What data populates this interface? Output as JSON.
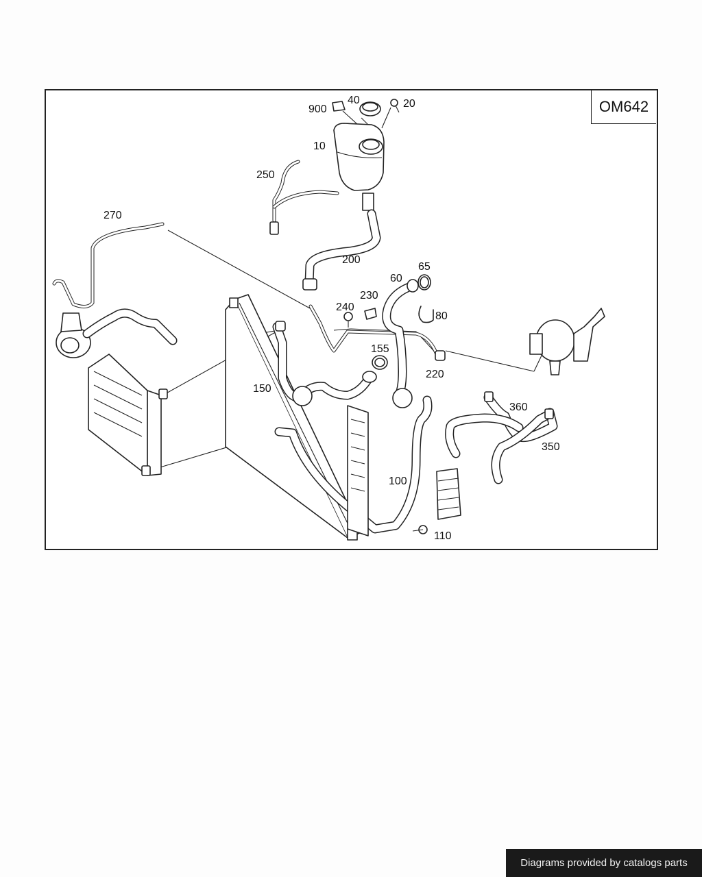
{
  "engine_code": "OM642",
  "callouts": [
    {
      "id": "c900",
      "label": "900"
    },
    {
      "id": "c40",
      "label": "40"
    },
    {
      "id": "c20",
      "label": "20"
    },
    {
      "id": "c10",
      "label": "10"
    },
    {
      "id": "c250",
      "label": "250"
    },
    {
      "id": "c270",
      "label": "270"
    },
    {
      "id": "c200",
      "label": "200"
    },
    {
      "id": "c65",
      "label": "65"
    },
    {
      "id": "c60",
      "label": "60"
    },
    {
      "id": "c230",
      "label": "230"
    },
    {
      "id": "c240",
      "label": "240"
    },
    {
      "id": "c80",
      "label": "80"
    },
    {
      "id": "c155",
      "label": "155"
    },
    {
      "id": "c220",
      "label": "220"
    },
    {
      "id": "c150",
      "label": "150"
    },
    {
      "id": "c360",
      "label": "360"
    },
    {
      "id": "c350",
      "label": "350"
    },
    {
      "id": "c100",
      "label": "100"
    },
    {
      "id": "c110",
      "label": "110"
    }
  ],
  "footer": {
    "credit": "Diagrams provided by catalogs parts"
  }
}
